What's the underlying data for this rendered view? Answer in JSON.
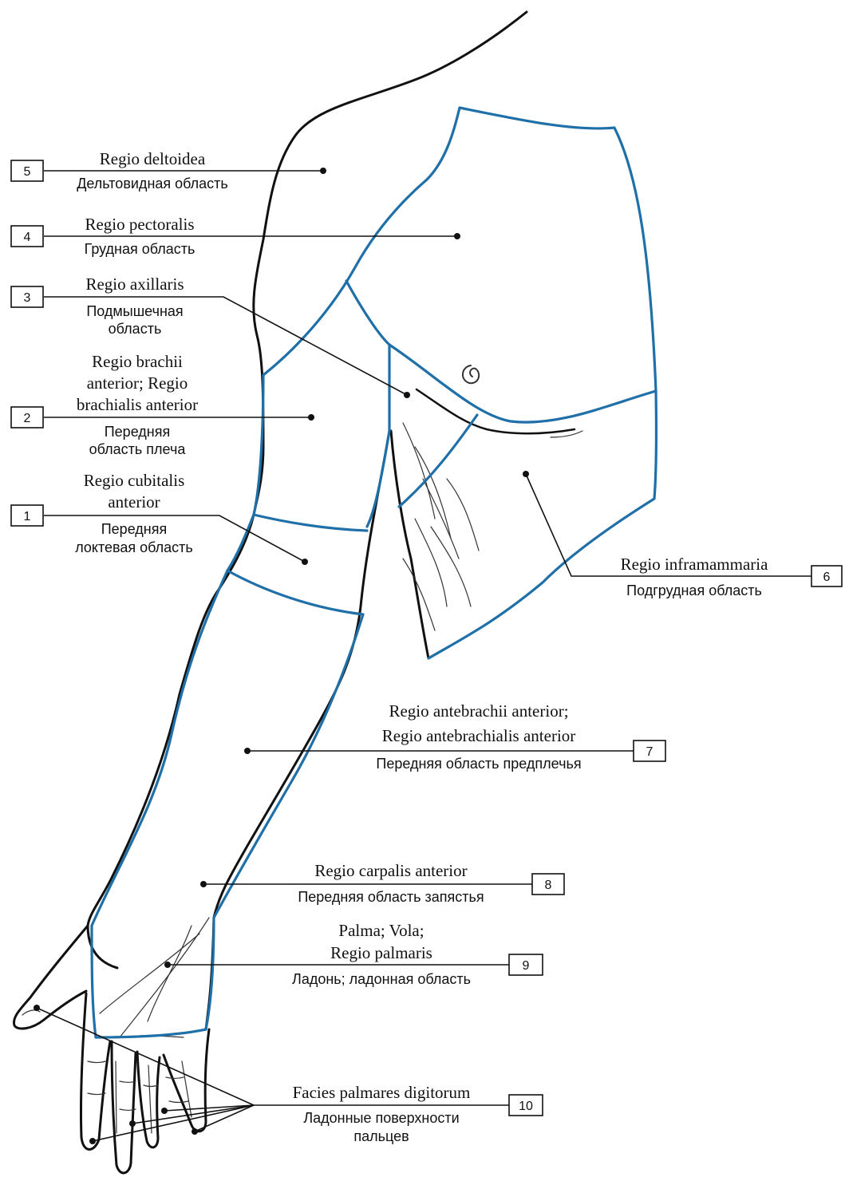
{
  "labels": [
    {
      "num": "5",
      "latin": [
        "Regio deltoidea"
      ],
      "russian": [
        "Дельтовидная область"
      ]
    },
    {
      "num": "4",
      "latin": [
        "Regio pectoralis"
      ],
      "russian": [
        "Грудная область"
      ]
    },
    {
      "num": "3",
      "latin": [
        "Regio axillaris"
      ],
      "russian": [
        "Подмышечная",
        "область"
      ]
    },
    {
      "num": "2",
      "latin": [
        "Regio brachii",
        "anterior; Regio",
        "brachialis anterior"
      ],
      "russian": [
        "Передняя",
        "область плеча"
      ]
    },
    {
      "num": "1",
      "latin": [
        "Regio cubitalis",
        "anterior"
      ],
      "russian": [
        "Передняя",
        "локтевая область"
      ]
    },
    {
      "num": "6",
      "latin": [
        "Regio inframammaria"
      ],
      "russian": [
        "Подгрудная область"
      ]
    },
    {
      "num": "7",
      "latin": [
        "Regio antebrachii anterior;",
        "Regio antebrachialis anterior"
      ],
      "russian": [
        "Передняя область предплечья"
      ]
    },
    {
      "num": "8",
      "latin": [
        "Regio carpalis anterior"
      ],
      "russian": [
        "Передняя область запястья"
      ]
    },
    {
      "num": "9",
      "latin": [
        "Palma; Vola;",
        "Regio palmaris"
      ],
      "russian": [
        "Ладонь; ладонная область"
      ]
    },
    {
      "num": "10",
      "latin": [
        "Facies palmares digitorum"
      ],
      "russian": [
        "Ладонные поверхности",
        "пальцев"
      ]
    }
  ],
  "colors": {
    "outline": "#111111",
    "region_border": "#1f6fa8"
  }
}
